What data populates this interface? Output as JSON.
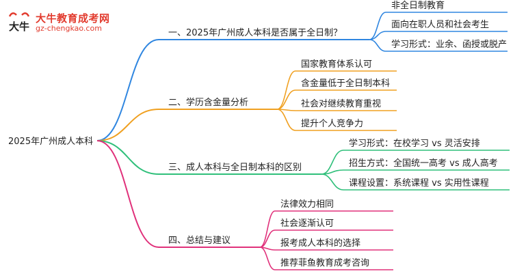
{
  "logo": {
    "title": "大牛教育成考网",
    "url": "gz-chengkao.com",
    "mark_text": "大牛"
  },
  "root": {
    "label": "2025年广州成人本科"
  },
  "branches": [
    {
      "label": "一、2025年广州成人本科是否属于全日制？",
      "color": "#2f86e0",
      "children": [
        "非全日制教育",
        "面向在职人员和社会考生",
        "学习形式：业余、函授或脱产"
      ]
    },
    {
      "label": "二、学历含金量分析",
      "color": "#f0a020",
      "children": [
        "国家教育体系认可",
        "含金量低于全日制本科",
        "社会对继续教育重视",
        "提升个人竞争力"
      ]
    },
    {
      "label": "三、成人本科与全日制本科的区别",
      "color": "#2fbf7a",
      "children": [
        "学习形式：在校学习 vs 灵活安排",
        "招生方式：全国统一高考 vs 成人高考",
        "课程设置：系统课程 vs 实用性课程"
      ]
    },
    {
      "label": "四、总结与建议",
      "color": "#e0307a",
      "children": [
        "法律效力相同",
        "社会逐渐认可",
        "报考成人本科的选择",
        "推荐菲鱼教育成考咨询"
      ]
    }
  ]
}
